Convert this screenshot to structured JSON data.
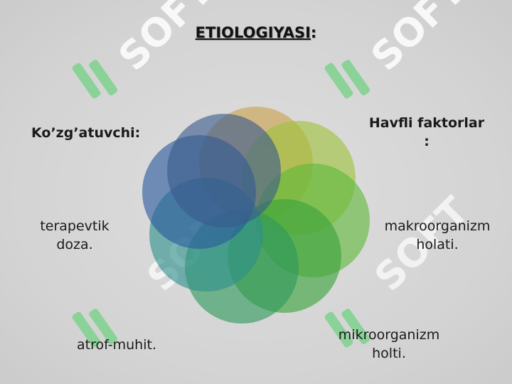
{
  "title": {
    "text": "ETIOLOGIYASI",
    "colon": ":"
  },
  "labels": {
    "kozgatuvchi": "Ko’zg’atuvchi:",
    "havfli_line1": "Havfli faktorlar",
    "havfli_line2": ":",
    "terapevtik_line1": "terapevtik",
    "terapevtik_line2": "doza.",
    "makro_line1": "makroorganizm",
    "makro_line2": "holati.",
    "atrof": "atrof-muhit.",
    "mikro_line1": "mikroorganizm",
    "mikro_line2": "holti."
  },
  "watermark": {
    "text": "SOFT",
    "color": "#ffffff",
    "logo_color": "#7fd28f"
  },
  "circle_colors": [
    "#c9a24a",
    "#9ec23a",
    "#5fb83a",
    "#3aa23a",
    "#2f9a5a",
    "#2f8f8a",
    "#2a5a9c",
    "#3a5a8c"
  ]
}
